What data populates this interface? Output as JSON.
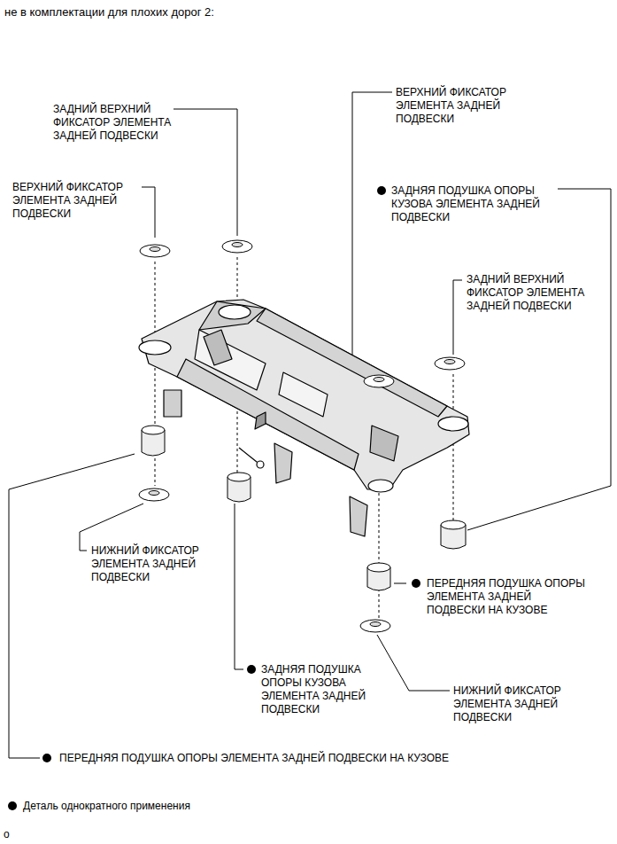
{
  "diagram": {
    "title": "не в комплектации для плохих дорог 2:",
    "labels": [
      "ЗАДНИЙ ВЕРХНИЙ ФИКСАТОР ЭЛЕМЕНТА ЗАДНЕЙ ПОДВЕСКИ",
      "ВЕРХНИЙ ФИКСАТОР ЭЛЕМЕНТА ЗАДНЕЙ ПОДВЕСКИ",
      "ВЕРХНИЙ ФИКСАТОР ЭЛЕМЕНТА ЗАДНЕЙ ПОДВЕСКИ",
      "ЗАДНЯЯ ПОДУШКА ОПОРЫ КУЗОВА ЭЛЕМЕНТА ЗАДНЕЙ ПОДВЕСКИ",
      "ЗАДНИЙ ВЕРХНИЙ ФИКСАТОР ЭЛЕМЕНТА ЗАДНЕЙ ПОДВЕСКИ",
      "НИЖНИЙ ФИКСАТОР ЭЛЕМЕНТА ЗАДНЕЙ ПОДВЕСКИ",
      "ПЕРЕДНЯЯ ПОДУШКА ОПОРЫ ЭЛЕМЕНТА ЗАДНЕЙ ПОДВЕСКИ НА КУЗОВЕ",
      "ЗАДНЯЯ ПОДУШКА ОПОРЫ КУЗОВА ЭЛЕМЕНТА ЗАДНЕЙ ПОДВЕСКИ",
      "НИЖНИЙ ФИКСАТОР ЭЛЕМЕНТА ЗАДНЕЙ ПОДВЕСКИ",
      "ПЕРЕДНЯЯ ПОДУШКА ОПОРЫ ЭЛЕМЕНТА ЗАДНЕЙ ПОДВЕСКИ НА КУЗОВЕ",
      "o"
    ],
    "legend": [
      {
        "text": "Деталь однократного применения"
      }
    ]
  }
}
